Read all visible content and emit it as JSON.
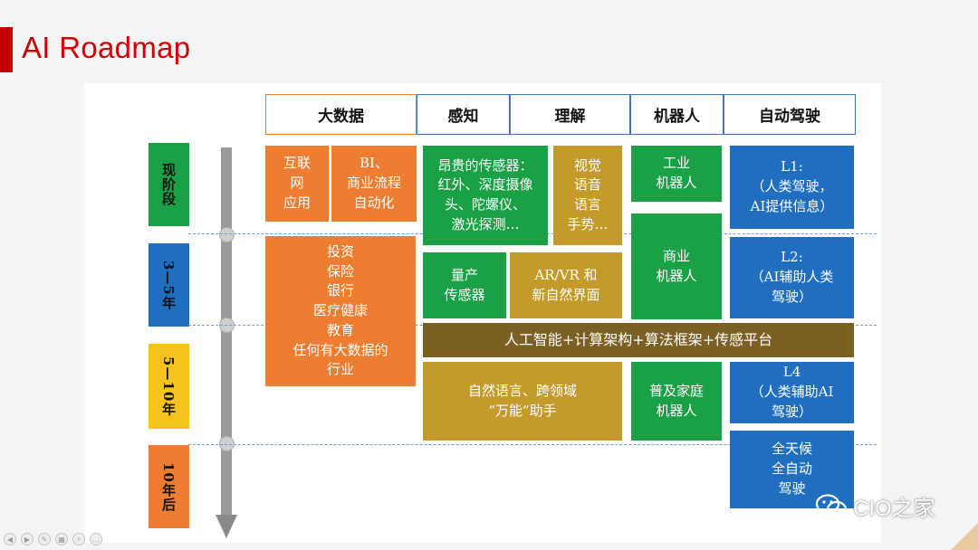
{
  "title": "AI Roadmap",
  "headers": [
    "大数据",
    "感知",
    "理解",
    "机器人",
    "自动驾驶"
  ],
  "stages": [
    {
      "label": "现阶段",
      "color": "#1aa146"
    },
    {
      "label": "3—5年",
      "color": "#1f6ec0"
    },
    {
      "label": "5—10年",
      "color": "#f5c31b"
    },
    {
      "label": "10年后",
      "color": "#ed7d31"
    }
  ],
  "boxes": {
    "internet": "互联\n网\n应用",
    "bi": "BI、\n商业流程\n自动化",
    "sensors": "昂贵的传感器：\n红外、深度摄像\n头、陀螺仪、\n激光探测…",
    "vision": "视觉\n语音\n语言\n手势…",
    "industrial_robot": "工业\n机器人",
    "l1": "L1:\n（人类驾驶，\nAI提供信息）",
    "industries": "投资\n保险\n银行\n医疗健康\n教育\n任何有大数据的\n行业",
    "mass_sensors": "量产\n传感器",
    "arvr": "AR/VR 和\n新自然界面",
    "commercial_robot": "商业\n机器人",
    "l2": "L2:\n（AI辅助人类\n驾驶）",
    "platform": "人工智能+计算架构+算法框架+传感平台",
    "assistant": "自然语言、跨领域\n“万能”助手",
    "home_robot": "普及家庭\n机器人",
    "l4": "L4\n（人类辅助AI\n驾驶）",
    "full_auto": "全天候\n全自动\n驾驶"
  },
  "watermark": "CIO之家"
}
